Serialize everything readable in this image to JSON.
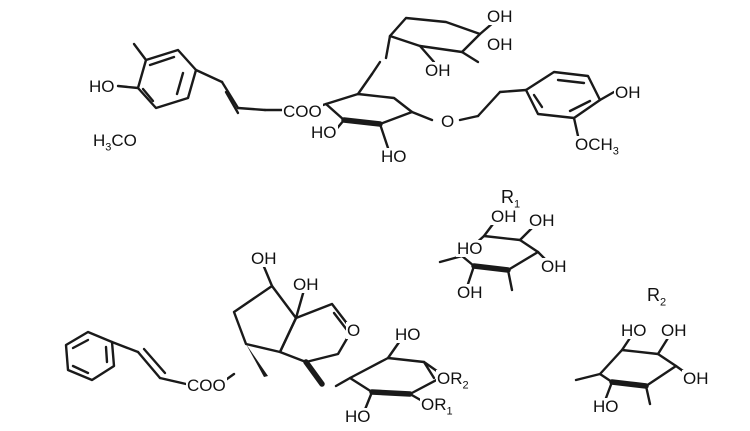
{
  "molecule_top": {
    "ho_phenol_left": "HO",
    "methoxy_left": "H3CO",
    "ester": "COO",
    "ho_glc_3": "HO",
    "ho_glc_2": "HO",
    "glycosidic_o": "O",
    "rha_oh_1": "OH",
    "rha_oh_2": "OH",
    "rha_oh_3": "OH",
    "ho_phenol_right": "OH",
    "methoxy_right": "OCH3"
  },
  "molecule_bottom": {
    "oh_1": "OH",
    "oh_2": "OH",
    "ester": "COO",
    "ring_o": "O",
    "glc_ho_6": "HO",
    "glc_or2": "OR2",
    "glc_or1": "OR1",
    "glc_ho": "HO"
  },
  "substituent_r1": {
    "label": "R1",
    "oh_a": "OH",
    "oh_b": "OH",
    "ho_a": "HO",
    "oh_c": "OH",
    "oh_d": "OH"
  },
  "substituent_r2": {
    "label": "R2",
    "ho_a": "HO",
    "oh_a": "OH",
    "oh_b": "OH",
    "ho_b": "HO"
  }
}
